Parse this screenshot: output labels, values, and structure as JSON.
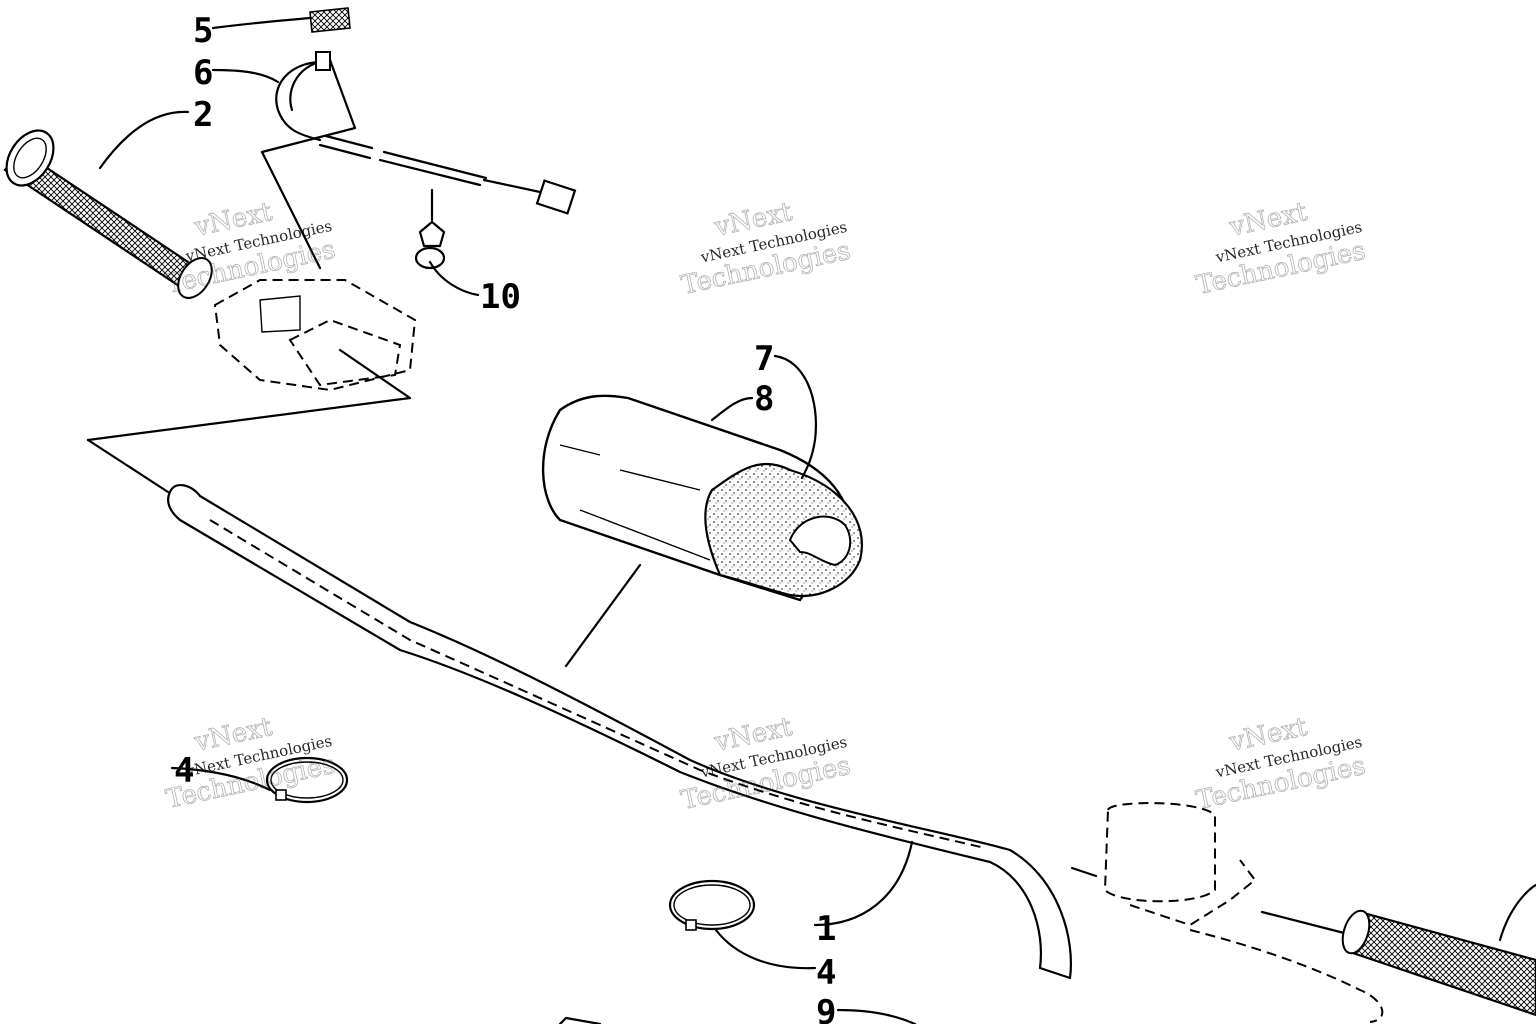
{
  "callouts": {
    "c1": "1",
    "c2": "2",
    "c4a": "4",
    "c4b": "4",
    "c5": "5",
    "c6": "6",
    "c7": "7",
    "c8": "8",
    "c9": "9",
    "c10": "10"
  },
  "watermark": {
    "line1": "vNext Technologies",
    "line2": "vNext",
    "line3": "Technologies"
  }
}
